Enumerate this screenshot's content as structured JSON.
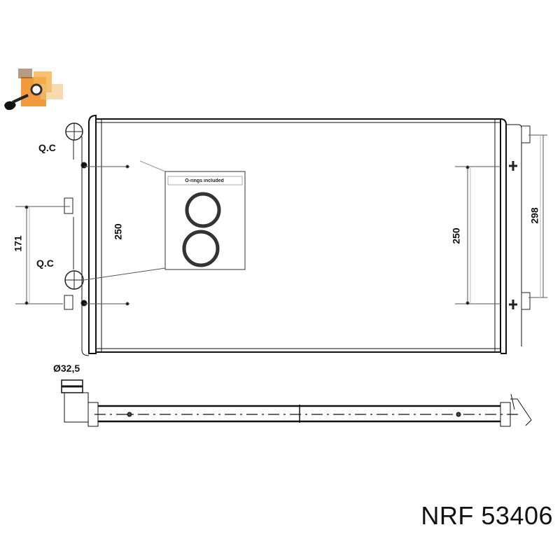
{
  "drawing": {
    "subject": "radiator",
    "labels": {
      "qc_top": "Q.C",
      "qc_bottom": "Q.C",
      "dim_left_outer": "171",
      "dim_left_inner": "250",
      "dim_right_inner": "250",
      "dim_right_outer": "298",
      "pipe_diameter": "Ø32,5",
      "seal_box_title": "O-rings included"
    }
  },
  "caption": {
    "brand": "NRF",
    "part_number": "53406",
    "text": "NRF 53406"
  },
  "logo": {
    "name": "brand-logo",
    "colors": [
      "#f08a1c",
      "#222222"
    ]
  },
  "colors": {
    "line": "#111111",
    "light_line": "#888888",
    "background": "#ffffff"
  }
}
